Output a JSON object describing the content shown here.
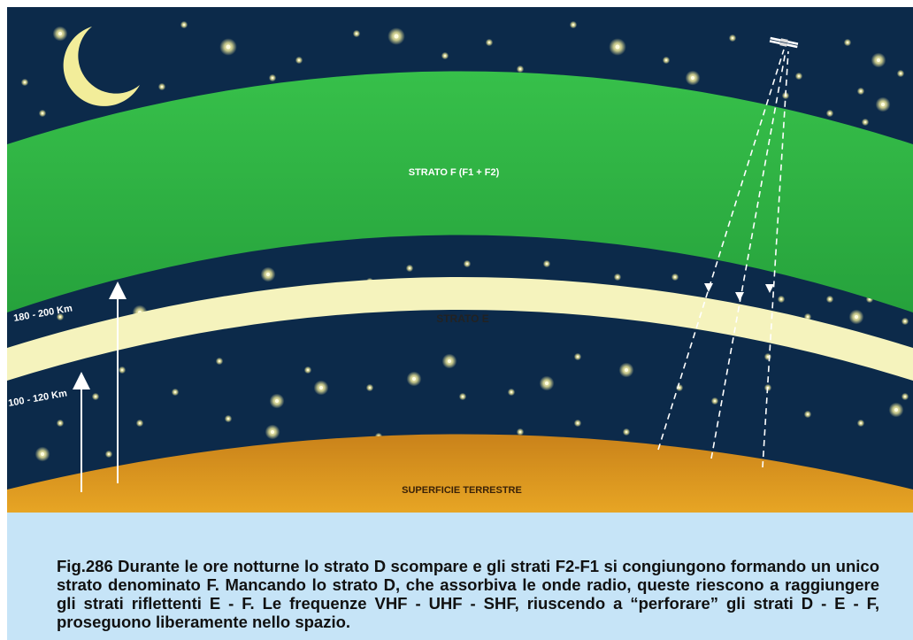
{
  "figure": {
    "layers": {
      "f": "STRATO F (F1 + F2)",
      "e": "STRATO E",
      "ground": "SUPERFICIE TERRESTRE"
    },
    "altitudes": {
      "f": "180 - 200 Km",
      "e": "100 - 120 Km"
    },
    "icons": {
      "moon": "crescent-moon-icon",
      "satellite": "satellite-icon"
    },
    "colors": {
      "night_sky": "#0c2a4a",
      "layer_f": "#2fb845",
      "layer_e": "#f5f3bd",
      "ground": "#d9951e",
      "caption_bg": "#c6e4f7"
    }
  },
  "caption": "Fig.286 Durante le ore notturne lo strato D scompare e gli strati F2-F1 si congiungono formando un unico strato denominato F. Mancando lo strato D, che assorbiva le onde radio, queste riescono a raggiungere gli strati riflettenti E - F. Le frequenze VHF - UHF - SHF, riuscendo a “perforare” gli strati D - E - F, proseguono liberamente nello spazio."
}
